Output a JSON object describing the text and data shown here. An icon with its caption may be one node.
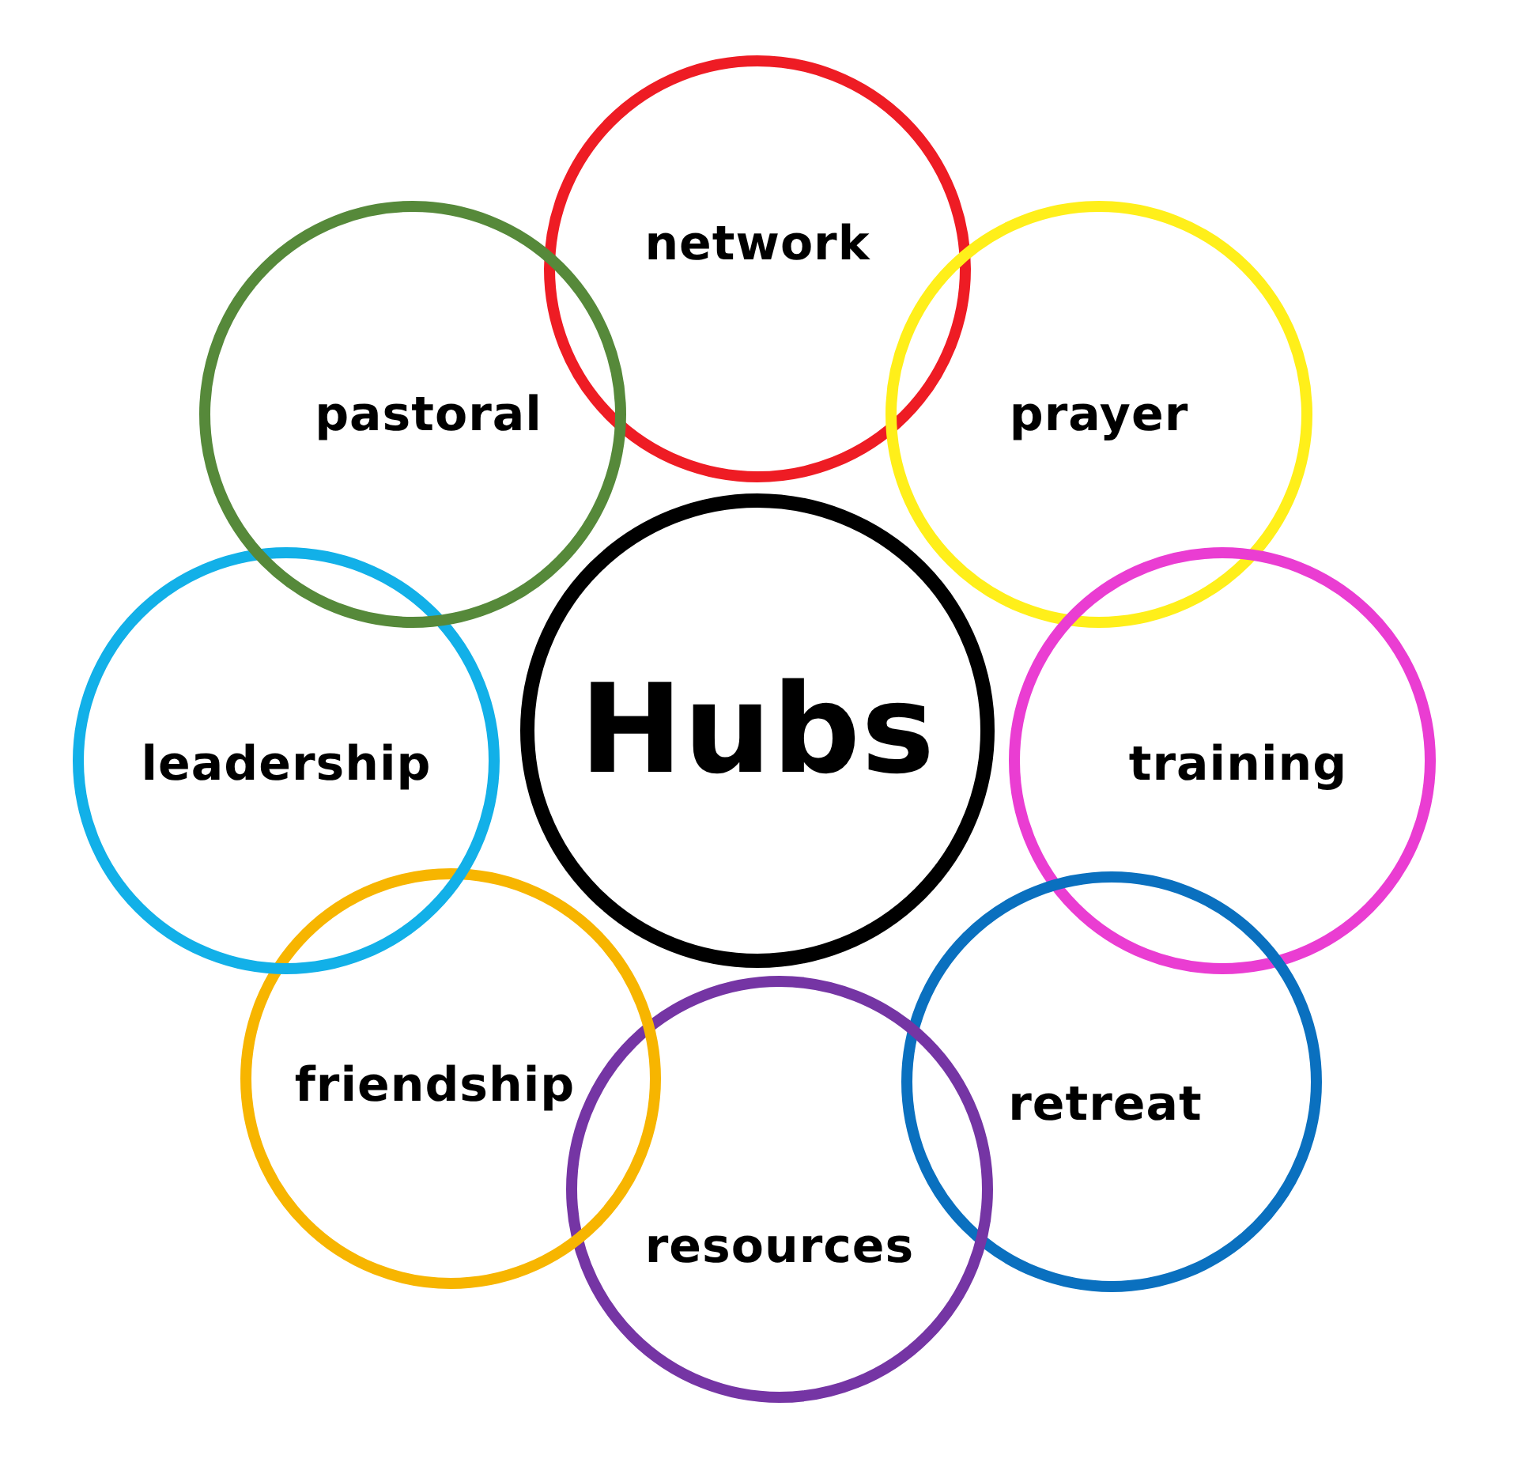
{
  "diagram": {
    "nodes": [
      {
        "text": [
          "Hubs"
        ]
      },
      {
        "text": [
          "network"
        ]
      },
      {
        "text": [
          "prayer"
        ]
      },
      {
        "text": [
          "training"
        ]
      },
      {
        "text": [
          "retreat"
        ]
      },
      {
        "text": [
          "resources"
        ]
      },
      {
        "text": [
          "friendship"
        ]
      },
      {
        "text": [
          "leadership"
        ]
      },
      {
        "text": [
          "pastoral"
        ]
      }
    ]
  }
}
